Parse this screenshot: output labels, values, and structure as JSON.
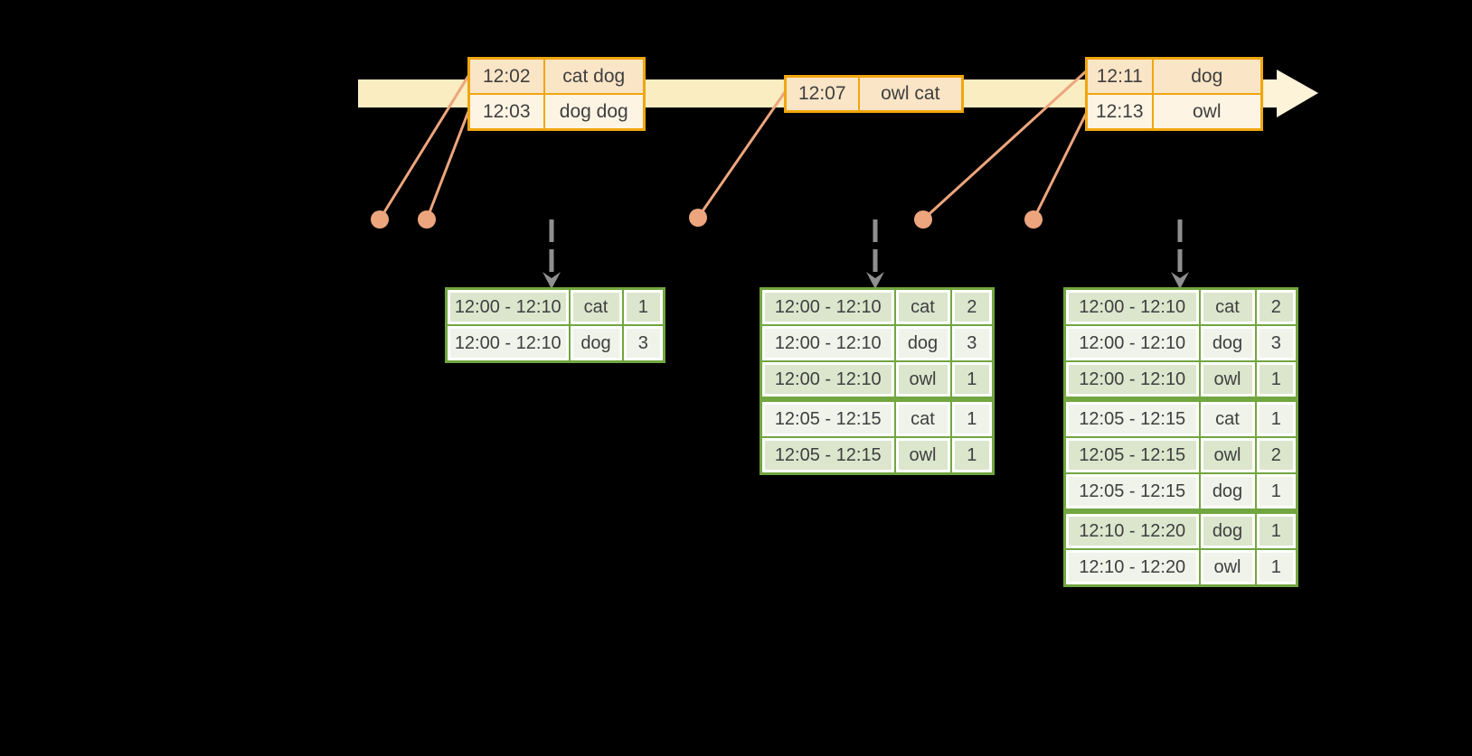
{
  "colors": {
    "background": "#000000",
    "timeline_band": "#FAEDC1",
    "timeline_arrowhead": "#FCF3D8",
    "event_table_border": "#F0A60E",
    "event_row_fill_odd": "#FBE5C7",
    "event_row_fill_even": "#FEF4E4",
    "result_table_border": "#72A640",
    "result_row_fill_odd": "#DBE6CD",
    "result_row_fill_even": "#EFF3EA",
    "connector_orange": "#EDA57D",
    "trigger_arrow_gray": "#8F8F8F",
    "text": "#3F3F3F"
  },
  "icons": {
    "timeline_arrowhead": "→",
    "trigger_arrowhead": "↓",
    "event_dot": "●"
  },
  "event_tables": [
    {
      "rows": [
        {
          "time": "12:02",
          "words": "cat dog"
        },
        {
          "time": "12:03",
          "words": "dog dog"
        }
      ]
    },
    {
      "rows": [
        {
          "time": "12:07",
          "words": "owl cat"
        }
      ]
    },
    {
      "rows": [
        {
          "time": "12:11",
          "words": "dog"
        },
        {
          "time": "12:13",
          "words": "owl"
        }
      ]
    }
  ],
  "result_tables": [
    {
      "rows": [
        {
          "window": "12:00 - 12:10",
          "word": "cat",
          "count": "1"
        },
        {
          "window": "12:00 - 12:10",
          "word": "dog",
          "count": "3"
        }
      ]
    },
    {
      "rows": [
        {
          "window": "12:00 - 12:10",
          "word": "cat",
          "count": "2"
        },
        {
          "window": "12:00 - 12:10",
          "word": "dog",
          "count": "3"
        },
        {
          "window": "12:00 - 12:10",
          "word": "owl",
          "count": "1"
        },
        {
          "window": "12:05 - 12:15",
          "word": "cat",
          "count": "1"
        },
        {
          "window": "12:05 - 12:15",
          "word": "owl",
          "count": "1"
        }
      ]
    },
    {
      "rows": [
        {
          "window": "12:00 - 12:10",
          "word": "cat",
          "count": "2"
        },
        {
          "window": "12:00 - 12:10",
          "word": "dog",
          "count": "3"
        },
        {
          "window": "12:00 - 12:10",
          "word": "owl",
          "count": "1"
        },
        {
          "window": "12:05 - 12:15",
          "word": "cat",
          "count": "1"
        },
        {
          "window": "12:05 - 12:15",
          "word": "owl",
          "count": "2"
        },
        {
          "window": "12:05 - 12:15",
          "word": "dog",
          "count": "1"
        },
        {
          "window": "12:10 - 12:20",
          "word": "dog",
          "count": "1"
        },
        {
          "window": "12:10 - 12:20",
          "word": "owl",
          "count": "1"
        }
      ]
    }
  ]
}
